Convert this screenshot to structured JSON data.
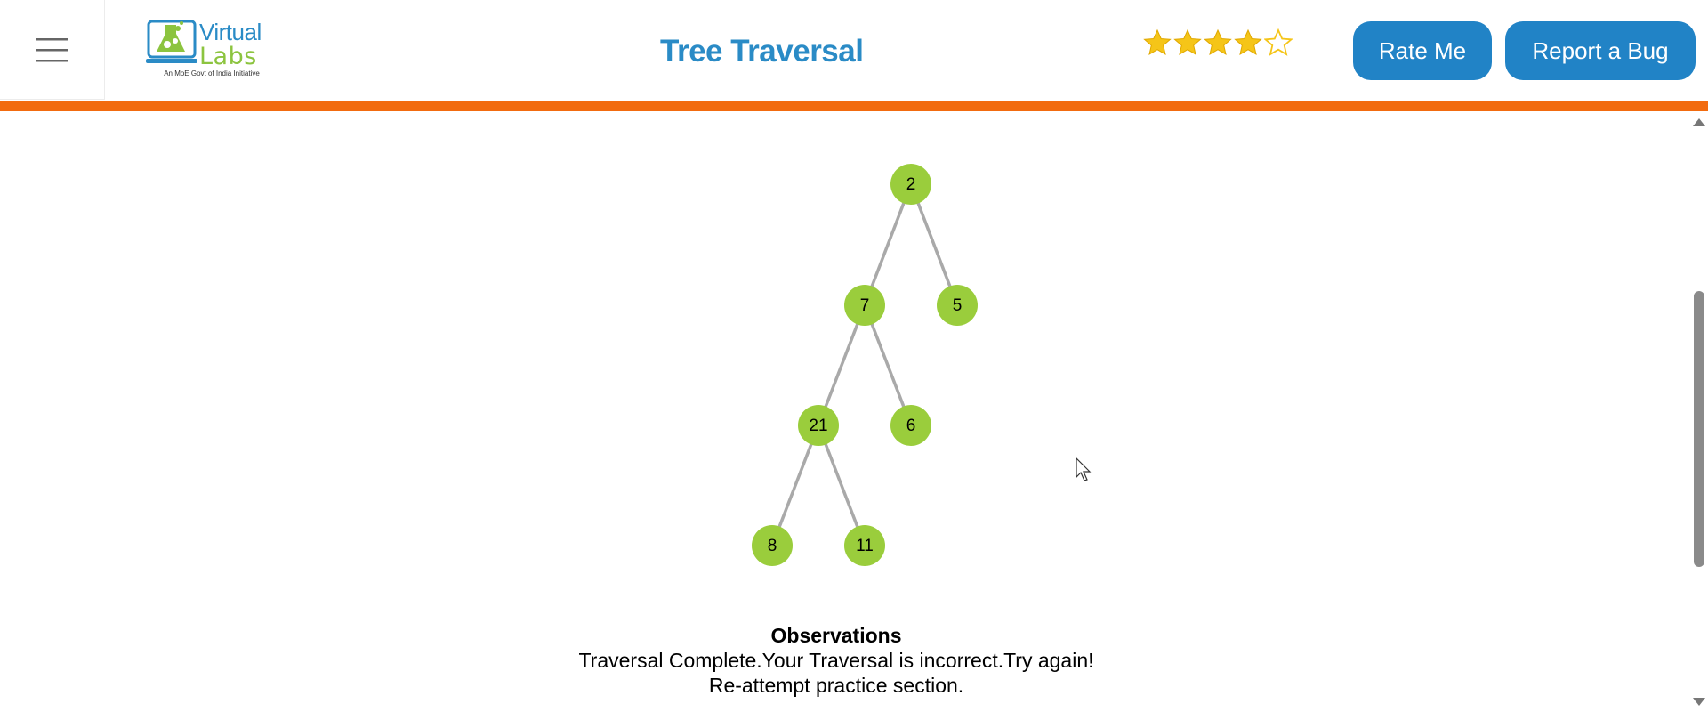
{
  "header": {
    "menu_icon": "hamburger-menu-icon",
    "logo": {
      "word1": "Virtual",
      "word2": "Labs",
      "tagline": "An MoE Govt of India Initiative",
      "icon": "flask-icon"
    },
    "title": "Tree Traversal",
    "rating": {
      "value": 4,
      "max": 5,
      "filled_color": "#f5c518",
      "empty_color": "#f5c518"
    },
    "rate_button": "Rate Me",
    "bug_button": "Report a Bug"
  },
  "colors": {
    "accent": "#f26b0f",
    "brand_blue": "#2183c6",
    "node_fill": "#9acd3c",
    "edge": "#a9a9a9"
  },
  "tree": {
    "nodes": [
      {
        "id": "n2",
        "label": "2"
      },
      {
        "id": "n7",
        "label": "7"
      },
      {
        "id": "n5",
        "label": "5"
      },
      {
        "id": "n21",
        "label": "21"
      },
      {
        "id": "n6",
        "label": "6"
      },
      {
        "id": "n8",
        "label": "8"
      },
      {
        "id": "n11",
        "label": "11"
      }
    ],
    "edges": [
      [
        "n2",
        "n7"
      ],
      [
        "n2",
        "n5"
      ],
      [
        "n7",
        "n21"
      ],
      [
        "n7",
        "n6"
      ],
      [
        "n21",
        "n8"
      ],
      [
        "n21",
        "n11"
      ]
    ]
  },
  "observations": {
    "title": "Observations",
    "text": "Traversal Complete.Your Traversal is incorrect.Try again! Re-attempt practice section."
  }
}
